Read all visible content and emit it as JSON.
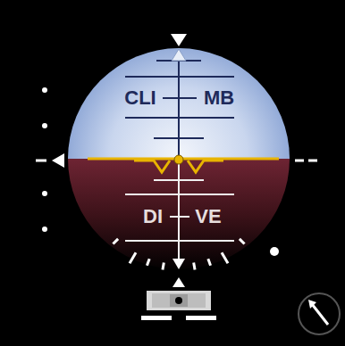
{
  "diagram": {
    "labels": [
      "CLI",
      "MB",
      "DI",
      "VE"
    ]
  }
}
